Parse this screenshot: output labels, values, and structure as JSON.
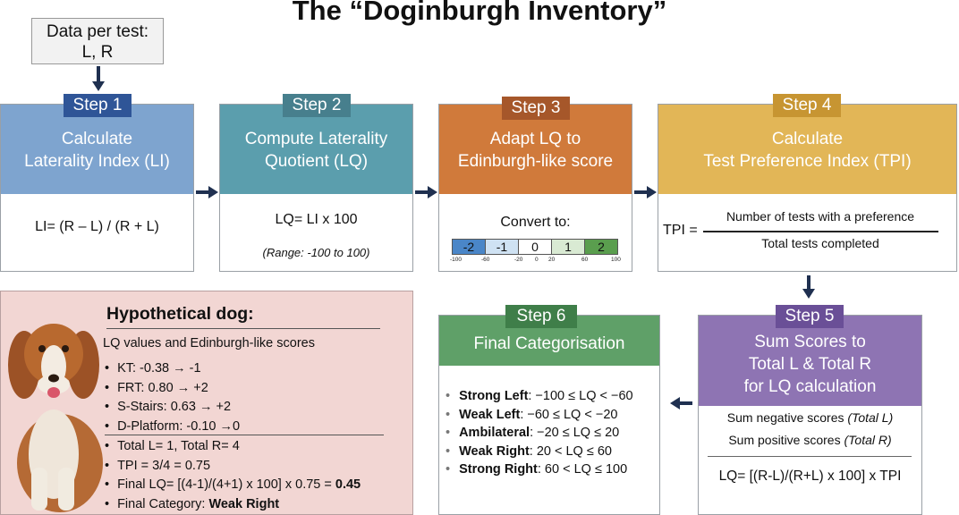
{
  "title": "The “Doginburgh Inventory”",
  "input": {
    "line1": "Data per test:",
    "line2": "L, R"
  },
  "colors": {
    "step1": "#7ea4cf",
    "step1_badge": "#2f5597",
    "step2": "#5b9ead",
    "step2_badge": "#477f8d",
    "step3": "#d07a3b",
    "step3_badge": "#a6572a",
    "step4": "#e2b657",
    "step4_badge": "#c79532",
    "step5": "#8e74b3",
    "step5_badge": "#6a4f97",
    "step6": "#5fa068",
    "step6_badge": "#3f7e49",
    "dog_panel": "#f2d6d3",
    "arrow": "#1f3050"
  },
  "steps": [
    {
      "badge": "Step 1",
      "head1": "Calculate",
      "head2": "Laterality Index (LI)",
      "formula": "LI= (R – L) / (R + L)"
    },
    {
      "badge": "Step 2",
      "head1": "Compute Laterality",
      "head2": "Quotient (LQ)",
      "formula": "LQ= LI x 100",
      "note": "(Range: -100 to 100)"
    },
    {
      "badge": "Step 3",
      "head1": "Adapt LQ to",
      "head2": "Edinburgh-like score",
      "convert": "Convert to:",
      "scale_labels": [
        "-2",
        "-1",
        "0",
        "1",
        "2"
      ],
      "scale_ticks": [
        "-100",
        "-60",
        "-20",
        "0",
        "20",
        "60",
        "100"
      ]
    },
    {
      "badge": "Step 4",
      "head1": "Calculate",
      "head2": "Test Preference Index (TPI)",
      "lhs": "TPI =",
      "numerator": "Number of tests with a preference",
      "denominator": "Total tests completed"
    },
    {
      "badge": "Step 5",
      "head1": "Sum Scores to",
      "head2": "Total L & Total R",
      "head3": "for LQ calculation",
      "line1": "Sum negative scores ",
      "line1_it": "(Total L)",
      "line2": "Sum positive scores ",
      "line2_it": "(Total R)",
      "formula": "LQ= [(R-L)/(R+L) x 100] x TPI"
    },
    {
      "badge": "Step 6",
      "head1": "Final Categorisation",
      "categories": [
        {
          "name": "Strong Left",
          "range": ": −100 ≤ LQ < −60"
        },
        {
          "name": "Weak Left",
          "range": ": −60 ≤ LQ < −20"
        },
        {
          "name": "Ambilateral",
          "range": ": −20 ≤ LQ ≤ 20"
        },
        {
          "name": "Weak Right",
          "range": ": 20 < LQ ≤ 60"
        },
        {
          "name": "Strong Right",
          "range": ": 60 < LQ ≤ 100"
        }
      ]
    }
  ],
  "dog": {
    "heading": "Hypothetical dog:",
    "subheading": "LQ values and Edinburgh-like scores",
    "scores": [
      "KT: -0.38 → -1",
      "FRT: 0.80 → +2",
      "S-Stairs: 0.63 → +2",
      "D-Platform: -0.10 →0"
    ],
    "totals": "Total L= 1,  Total R= 4",
    "tpi": "TPI = 3/4 = 0.75",
    "final_lq": "Final LQ= [(4-1)/(4+1) x 100] x 0.75 = ",
    "final_lq_value": "0.45",
    "final_cat": "Final Category: ",
    "final_cat_value": "Weak Right",
    "bullet": "•"
  }
}
